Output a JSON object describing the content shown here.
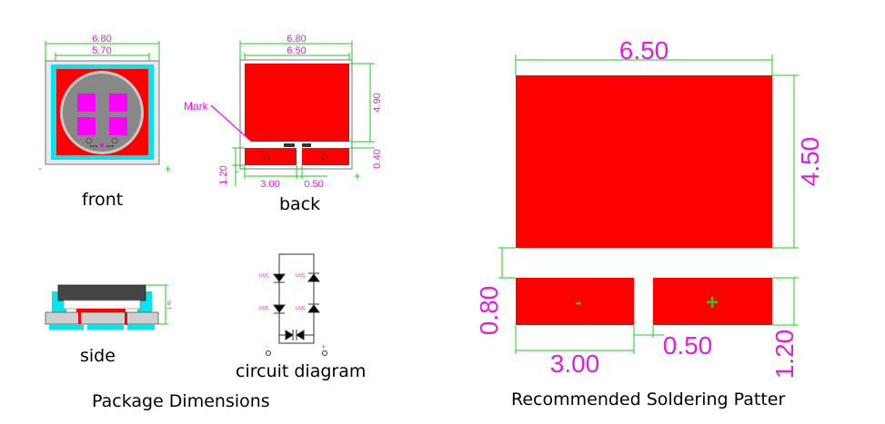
{
  "labels": {
    "front": "front",
    "back": "back",
    "side": "side",
    "circuit": "circuit diagram",
    "package_title": "Package Dimensions",
    "soldering_title": "Recommended Soldering Patter"
  },
  "front_view": {
    "dim_outer": "6.80",
    "dim_inner": "5.70",
    "minus": "-",
    "plus": "+"
  },
  "back_view": {
    "dim_outer": "6.80",
    "dim_inner": "6.50",
    "mark": "Mark",
    "dim_height": "4.90",
    "dim_gap": "0.40",
    "dim_pad_h": "1.20",
    "dim_pad_w": "3.00",
    "dim_slot": "0.50",
    "minus": "-",
    "plus": "+"
  },
  "side_view": {
    "dim_height": "1.45"
  },
  "circuit": {
    "led_label": "UVC",
    "plus": "+",
    "minus": "-"
  },
  "soldering": {
    "width": "6.50",
    "height": "4.50",
    "gap": "0.80",
    "pad_w": "3.00",
    "slot": "0.50",
    "pad_h": "1.20",
    "minus": "-",
    "plus": "+"
  },
  "colors": {
    "pad": "#ff0000",
    "dimension": "#e020e0",
    "dimension_line": "#22cc22",
    "chip": "#ff00ff",
    "cyan": "#00e5ee"
  }
}
